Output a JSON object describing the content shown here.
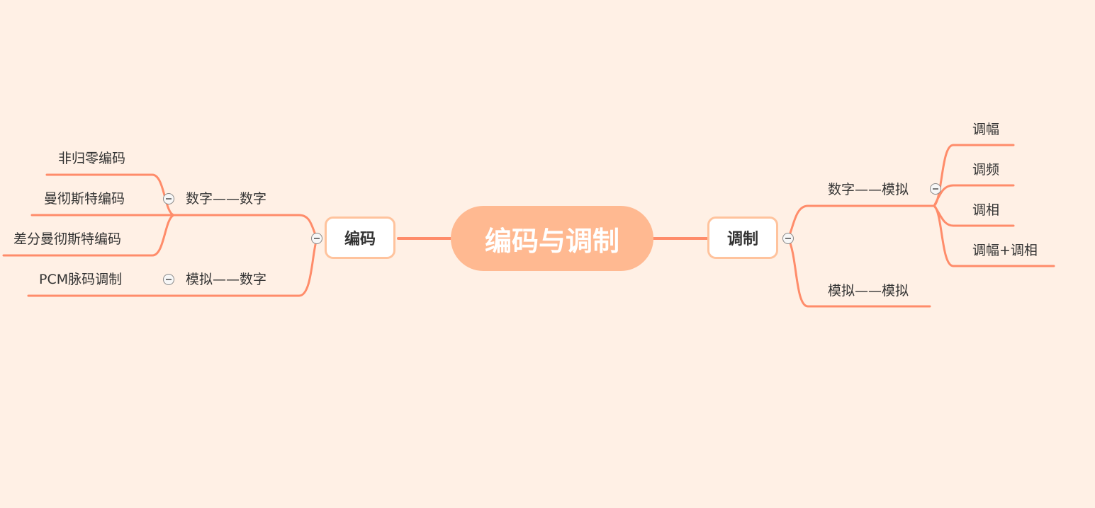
{
  "root": {
    "label": "编码与调制"
  },
  "left_branch": {
    "label": "编码",
    "children": [
      {
        "label": "数字——数字",
        "children": [
          {
            "label": "非归零编码"
          },
          {
            "label": "曼彻斯特编码"
          },
          {
            "label": "差分曼彻斯特编码"
          }
        ]
      },
      {
        "label": "模拟——数字",
        "children": [
          {
            "label": "PCM脉码调制"
          }
        ]
      }
    ]
  },
  "right_branch": {
    "label": "调制",
    "children": [
      {
        "label": "数字——模拟",
        "children": [
          {
            "label": "调幅"
          },
          {
            "label": "调频"
          },
          {
            "label": "调相"
          },
          {
            "label": "调幅+调相"
          }
        ]
      },
      {
        "label": "模拟——模拟"
      }
    ]
  },
  "colors": {
    "background": "#fff0e5",
    "root_fill": "#ffb991",
    "branch_border": "#ffc39d",
    "connector": "#ff8c6a",
    "text": "#333333"
  },
  "icons": {
    "collapse": "minus-circle-icon"
  }
}
